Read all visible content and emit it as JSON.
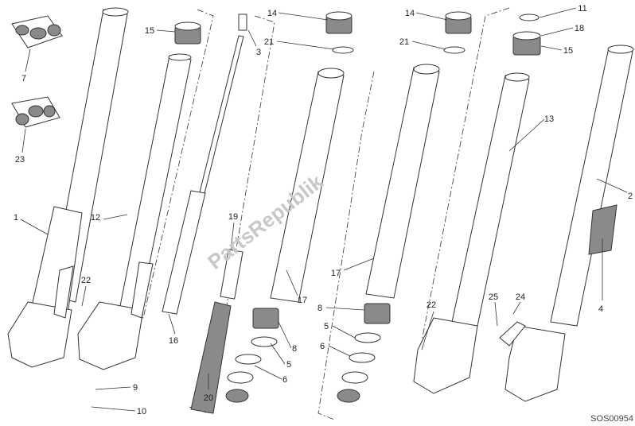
{
  "diagram": {
    "callouts": [
      "7",
      "23",
      "1",
      "12",
      "15",
      "3",
      "16",
      "19",
      "20",
      "22",
      "9",
      "10",
      "14",
      "21",
      "17",
      "8",
      "5",
      "6",
      "14",
      "21",
      "17",
      "8",
      "5",
      "6",
      "22",
      "11",
      "18",
      "15",
      "13",
      "2",
      "4",
      "25",
      "24"
    ],
    "watermark": "PartsRepublik",
    "drawing_code": "SOS00954"
  }
}
